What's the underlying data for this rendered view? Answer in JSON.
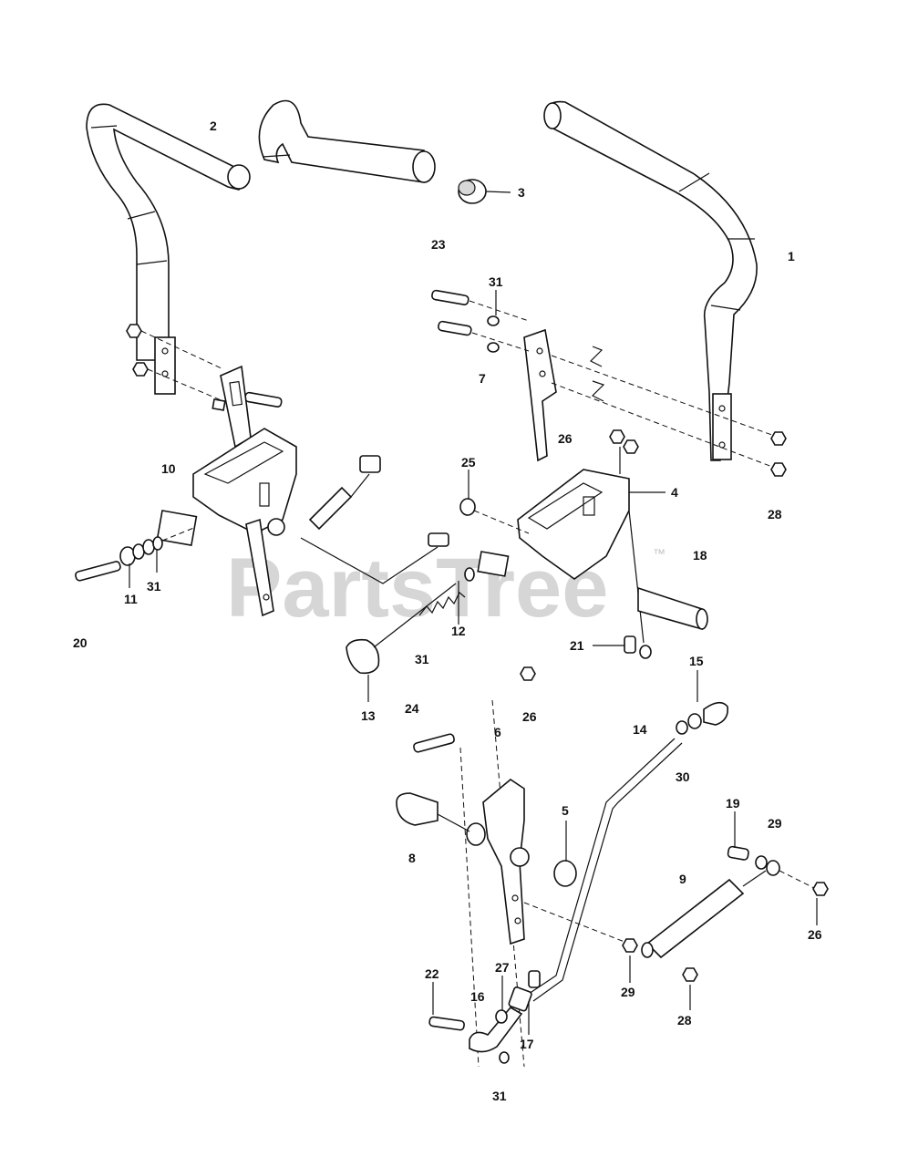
{
  "watermark": {
    "text": "PartsTree",
    "trademark": "™"
  },
  "colors": {
    "line": "#111111",
    "watermark": "#c9c9c9",
    "background": "#ffffff"
  },
  "labels": [
    {
      "id": "2",
      "text": "2"
    },
    {
      "id": "3",
      "text": "3"
    },
    {
      "id": "1",
      "text": "1"
    },
    {
      "id": "23",
      "text": "23"
    },
    {
      "id": "31a",
      "text": "31"
    },
    {
      "id": "7",
      "text": "7"
    },
    {
      "id": "26a",
      "text": "26"
    },
    {
      "id": "28a",
      "text": "28"
    },
    {
      "id": "10",
      "text": "10"
    },
    {
      "id": "25",
      "text": "25"
    },
    {
      "id": "4",
      "text": "4"
    },
    {
      "id": "18",
      "text": "18"
    },
    {
      "id": "11",
      "text": "11"
    },
    {
      "id": "31b",
      "text": "31"
    },
    {
      "id": "20",
      "text": "20"
    },
    {
      "id": "12",
      "text": "12"
    },
    {
      "id": "21",
      "text": "21"
    },
    {
      "id": "31c",
      "text": "31"
    },
    {
      "id": "13",
      "text": "13"
    },
    {
      "id": "24",
      "text": "24"
    },
    {
      "id": "26b",
      "text": "26"
    },
    {
      "id": "15",
      "text": "15"
    },
    {
      "id": "6",
      "text": "6"
    },
    {
      "id": "14",
      "text": "14"
    },
    {
      "id": "30",
      "text": "30"
    },
    {
      "id": "5",
      "text": "5"
    },
    {
      "id": "19",
      "text": "19"
    },
    {
      "id": "29a",
      "text": "29"
    },
    {
      "id": "8",
      "text": "8"
    },
    {
      "id": "9",
      "text": "9"
    },
    {
      "id": "26c",
      "text": "26"
    },
    {
      "id": "29b",
      "text": "29"
    },
    {
      "id": "22",
      "text": "22"
    },
    {
      "id": "27",
      "text": "27"
    },
    {
      "id": "16",
      "text": "16"
    },
    {
      "id": "28b",
      "text": "28"
    },
    {
      "id": "17",
      "text": "17"
    },
    {
      "id": "31d",
      "text": "31"
    }
  ]
}
